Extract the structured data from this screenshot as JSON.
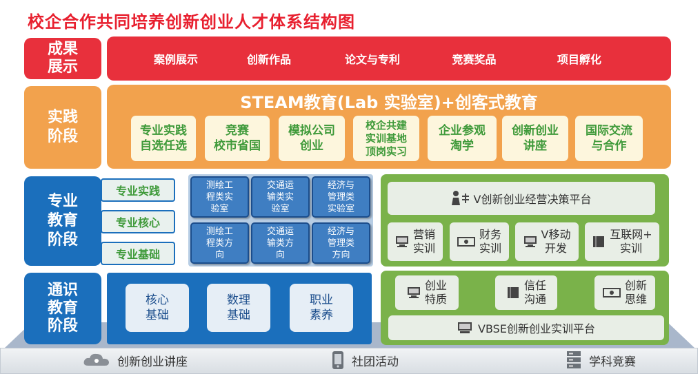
{
  "title": "校企合作共同培养创新创业人才体系结构图",
  "stages": {
    "result": "成果\n展示",
    "practice": "实践\n阶段",
    "professional": "专业\n教育\n阶段",
    "general": "通识\n教育\n阶段"
  },
  "results": [
    "案例展示",
    "创新作品",
    "论文与专利",
    "竞赛奖品",
    "项目孵化"
  ],
  "practice": {
    "heading": "STEAM教育(Lab 实验室)+创客式教育",
    "items": [
      "专业实践\n自选任选",
      "竞赛\n校市省国",
      "模拟公司\n创业",
      "校企共建\n实训基地\n顶岗实习",
      "企业参观\n淘学",
      "创新创业\n讲座",
      "国际交流\n与合作"
    ]
  },
  "professional": {
    "tabs": [
      "专业实践",
      "专业核心",
      "专业基础"
    ],
    "labs": [
      "测绘工\n程类实\n验室",
      "交通运\n输类实\n验室",
      "经济与\n管理类\n实验室"
    ],
    "directions": [
      "测绘工\n程类方\n向",
      "交通运\n输类方\n向",
      "经济与\n管理类\n方向"
    ],
    "platform": "V创新创业经营决策平台",
    "training": [
      "营销\n实训",
      "财务\n实训",
      "V移动\n开发",
      "互联网+\n实训"
    ]
  },
  "general": {
    "items": [
      "核心\n基础",
      "数理\n基础",
      "职业\n素养"
    ],
    "qualities": [
      "创业\n特质",
      "信任\n沟通",
      "创新\n思维"
    ],
    "platform": "VBSE创新创业实训平台"
  },
  "base": [
    "创新创业讲座",
    "社团活动",
    "学科竞赛"
  ],
  "colors": {
    "title_red": "#e8202f",
    "result_red": "#e8303c",
    "practice_orange": "#f2a24d",
    "education_blue": "#1b6fbc",
    "platform_green": "#7ab24a",
    "practice_text_green": "#3f9a3a"
  },
  "icons": [
    "person-icon",
    "cash-icon",
    "computer-icon",
    "book-icon",
    "cloud-icon",
    "phone-icon",
    "server-icon"
  ]
}
